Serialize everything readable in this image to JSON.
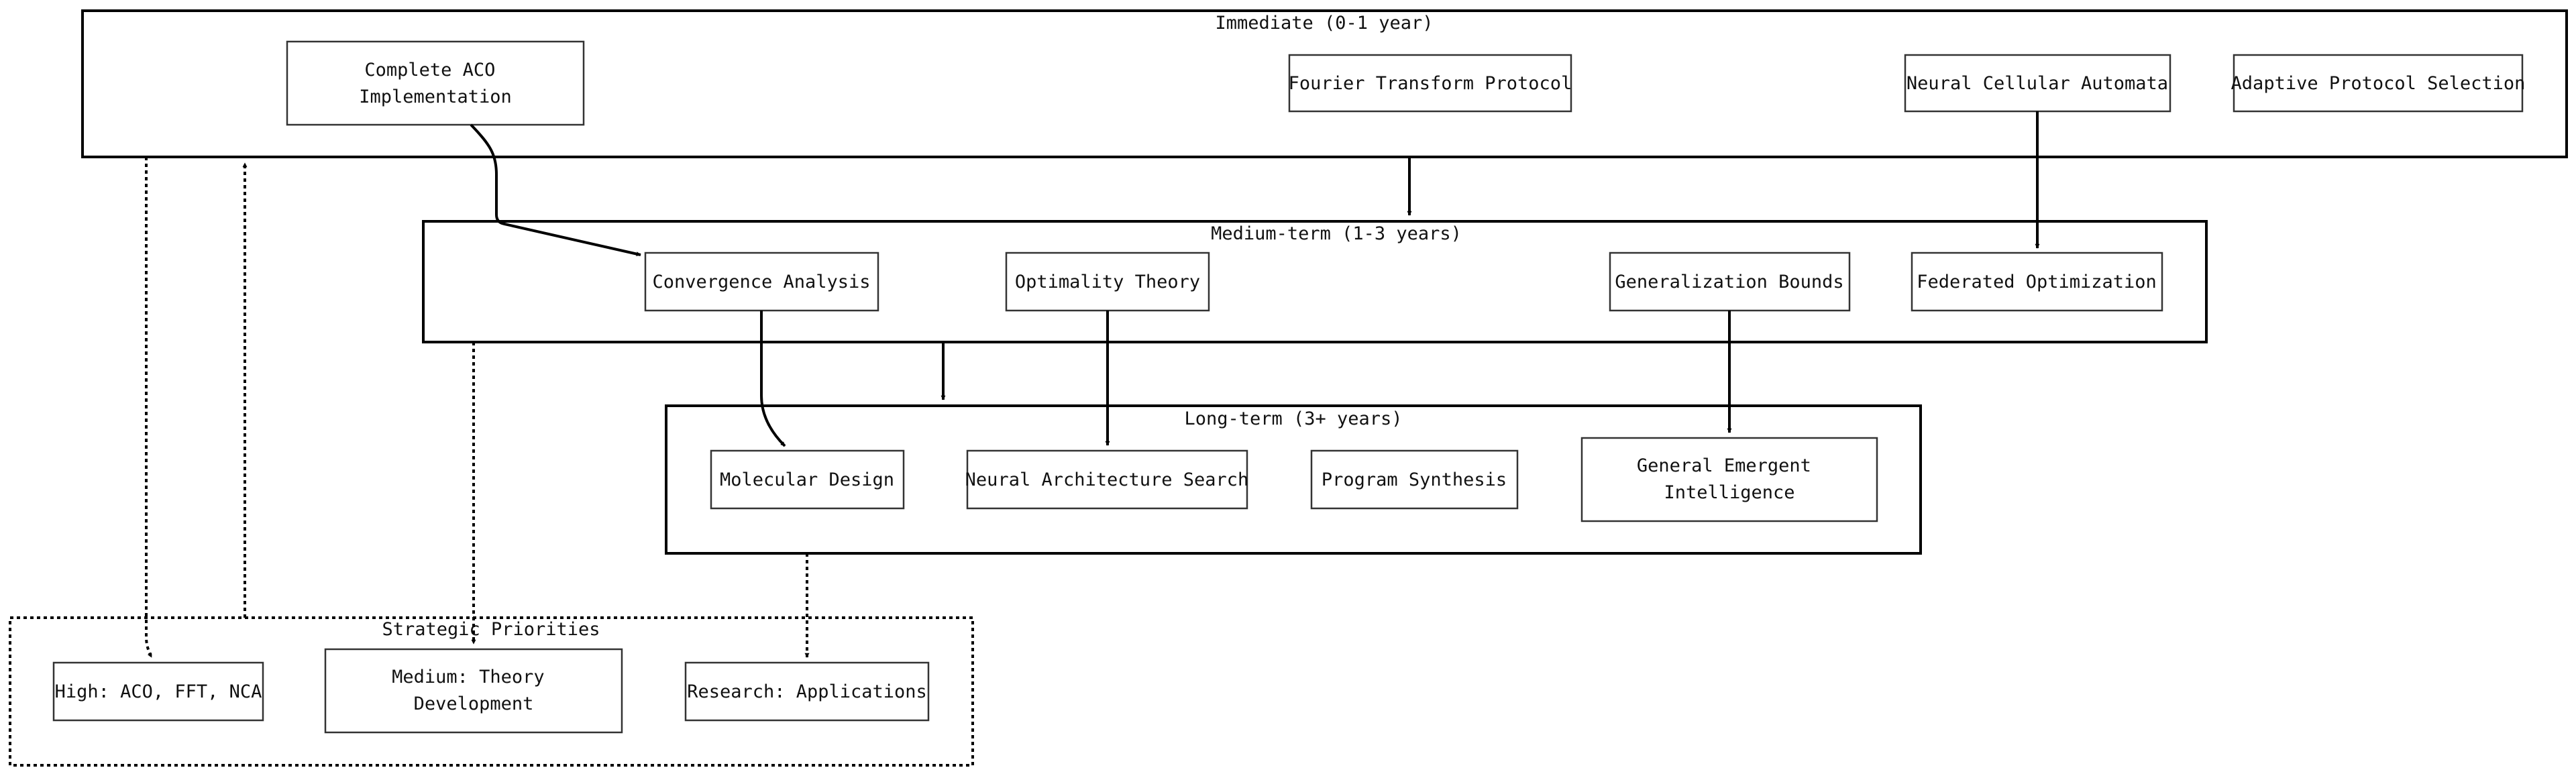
{
  "groups": {
    "immediate": {
      "label": "Immediate (0-1 year)"
    },
    "medium": {
      "label": "Medium-term (1-3 years)"
    },
    "long": {
      "label": "Long-term (3+ years)"
    },
    "priorities": {
      "label": "Strategic Priorities"
    }
  },
  "nodes": {
    "aco": {
      "lines": [
        "Complete ACO",
        "Implementation"
      ]
    },
    "fft": {
      "lines": [
        "Fourier Transform Protocol"
      ]
    },
    "nca": {
      "lines": [
        "Neural Cellular Automata"
      ]
    },
    "adaptive": {
      "lines": [
        "Adaptive Protocol Selection"
      ]
    },
    "convergence": {
      "lines": [
        "Convergence Analysis"
      ]
    },
    "optimality": {
      "lines": [
        "Optimality Theory"
      ]
    },
    "generalization": {
      "lines": [
        "Generalization Bounds"
      ]
    },
    "federated": {
      "lines": [
        "Federated Optimization"
      ]
    },
    "molecular": {
      "lines": [
        "Molecular Design"
      ]
    },
    "nas": {
      "lines": [
        "Neural Architecture Search"
      ]
    },
    "synthesis": {
      "lines": [
        "Program Synthesis"
      ]
    },
    "emergent": {
      "lines": [
        "General Emergent",
        "Intelligence"
      ]
    },
    "high": {
      "lines": [
        "High: ACO, FFT, NCA"
      ]
    },
    "mediumprio": {
      "lines": [
        "Medium: Theory",
        "Development"
      ]
    },
    "research": {
      "lines": [
        "Research: Applications"
      ]
    }
  },
  "edges": [
    {
      "from": "aco",
      "to": "convergence",
      "style": "solid"
    },
    {
      "from": "immediate",
      "to": "medium",
      "style": "solid"
    },
    {
      "from": "nca",
      "to": "federated",
      "style": "solid"
    },
    {
      "from": "medium",
      "to": "long",
      "style": "solid"
    },
    {
      "from": "convergence",
      "to": "molecular",
      "style": "solid"
    },
    {
      "from": "optimality",
      "to": "nas",
      "style": "solid"
    },
    {
      "from": "generalization",
      "to": "emergent",
      "style": "solid"
    },
    {
      "from": "immediate",
      "to": "high",
      "style": "dotted"
    },
    {
      "from": "priorities",
      "to": "immediate",
      "style": "dotted"
    },
    {
      "from": "medium",
      "to": "mediumprio",
      "style": "dotted"
    },
    {
      "from": "long",
      "to": "research",
      "style": "dotted"
    }
  ]
}
